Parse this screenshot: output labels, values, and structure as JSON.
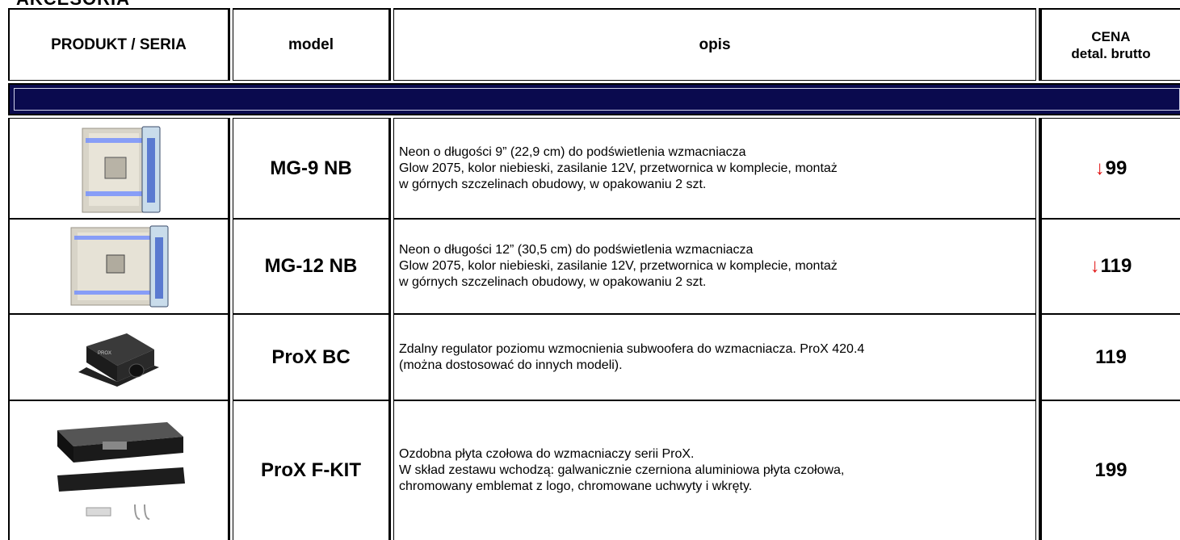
{
  "page_title": "AKCESORIA",
  "headers": {
    "product": "PRODUKT / SERIA",
    "model": "model",
    "opis": "opis",
    "cena_line1": "CENA",
    "cena_line2": "detal. brutto"
  },
  "rows": [
    {
      "image": "amplifier-with-neon-blue-icon",
      "model": "MG-9 NB",
      "desc": [
        "Neon o długości 9” (22,9 cm) do podświetlenia wzmacniacza",
        "Glow 2075, kolor niebieski, zasilanie 12V, przetwornica w komplecie, montaż",
        "w górnych szczelinach obudowy, w opakowaniu 2 szt."
      ],
      "price_arrow": "↓",
      "price": "99"
    },
    {
      "image": "amplifier-with-neon-blue-icon",
      "model": "MG-12 NB",
      "desc": [
        "Neon o długości 12” (30,5 cm) do podświetlenia wzmacniacza",
        "Glow 2075, kolor niebieski, zasilanie 12V, przetwornica w komplecie, montaż",
        "w górnych szczelinach obudowy, w opakowaniu 2 szt."
      ],
      "price_arrow": "↓",
      "price": "119"
    },
    {
      "image": "bass-controller-knob-icon",
      "model": "ProX BC",
      "desc": [
        "Zdalny regulator poziomu wzmocnienia subwoofera do wzmacniacza. ProX 420.4",
        "(można dostosować do innych modeli)."
      ],
      "price_arrow": "",
      "price": "119"
    },
    {
      "image": "front-panel-kit-icon",
      "model": "ProX F-KIT",
      "desc": [
        "Ozdobna płyta czołowa do wzmacniaczy serii ProX.",
        "W skład zestawu wchodzą: galwanicznie czerniona aluminiowa płyta czołowa,",
        "chromowany emblemat z logo, chromowane uchwyty i wkręty."
      ],
      "price_arrow": "",
      "price": "199"
    }
  ],
  "colors": {
    "band": "#0a0a4e",
    "arrow": "#e01010"
  }
}
